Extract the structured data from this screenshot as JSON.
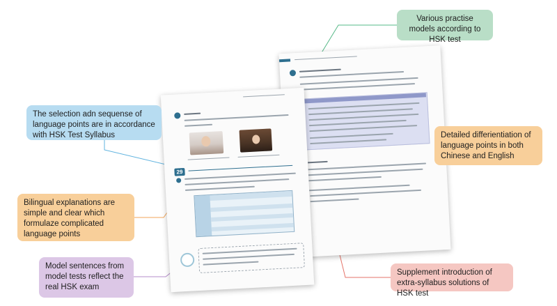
{
  "callouts": {
    "practise_models": "Various practise models according to HSK test",
    "selection_sequence": "The selection adn sequense of language points are in accordance with HSK Test Syllabus",
    "bilingual_explanations": "Bilingual explanations are simple and clear which formulaze complicated language points",
    "differentiation": "Detailed differientiation of language points in both Chinese and English",
    "model_sentences": "Model sentences from model tests reflect the real HSK exam",
    "supplement": "Supplement introduction of extra-syllabus solutions of HSK test"
  },
  "colors": {
    "green": "#b9dec7",
    "blue": "#b7dcf1",
    "orange": "#f8cf9a",
    "purple": "#dcc7e6",
    "pink": "#f5c7c2",
    "book_accent": "#2e6f8f"
  },
  "book": {
    "lesson_number": "29"
  }
}
